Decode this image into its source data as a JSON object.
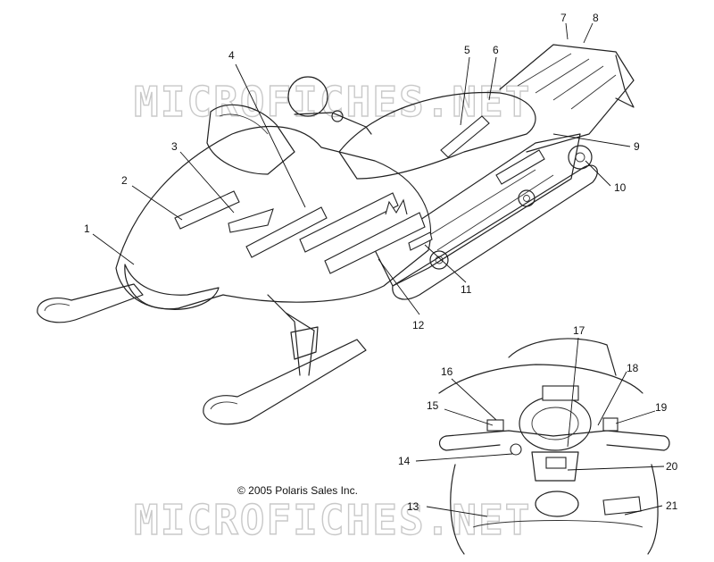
{
  "watermark": {
    "text": "MICROFICHES.NET"
  },
  "copyright": "© 2005 Polaris Sales Inc.",
  "callouts": [
    "1",
    "2",
    "3",
    "4",
    "5",
    "6",
    "7",
    "8",
    "9",
    "10",
    "11",
    "12",
    "13",
    "14",
    "15",
    "16",
    "17",
    "18",
    "19",
    "20",
    "21"
  ]
}
